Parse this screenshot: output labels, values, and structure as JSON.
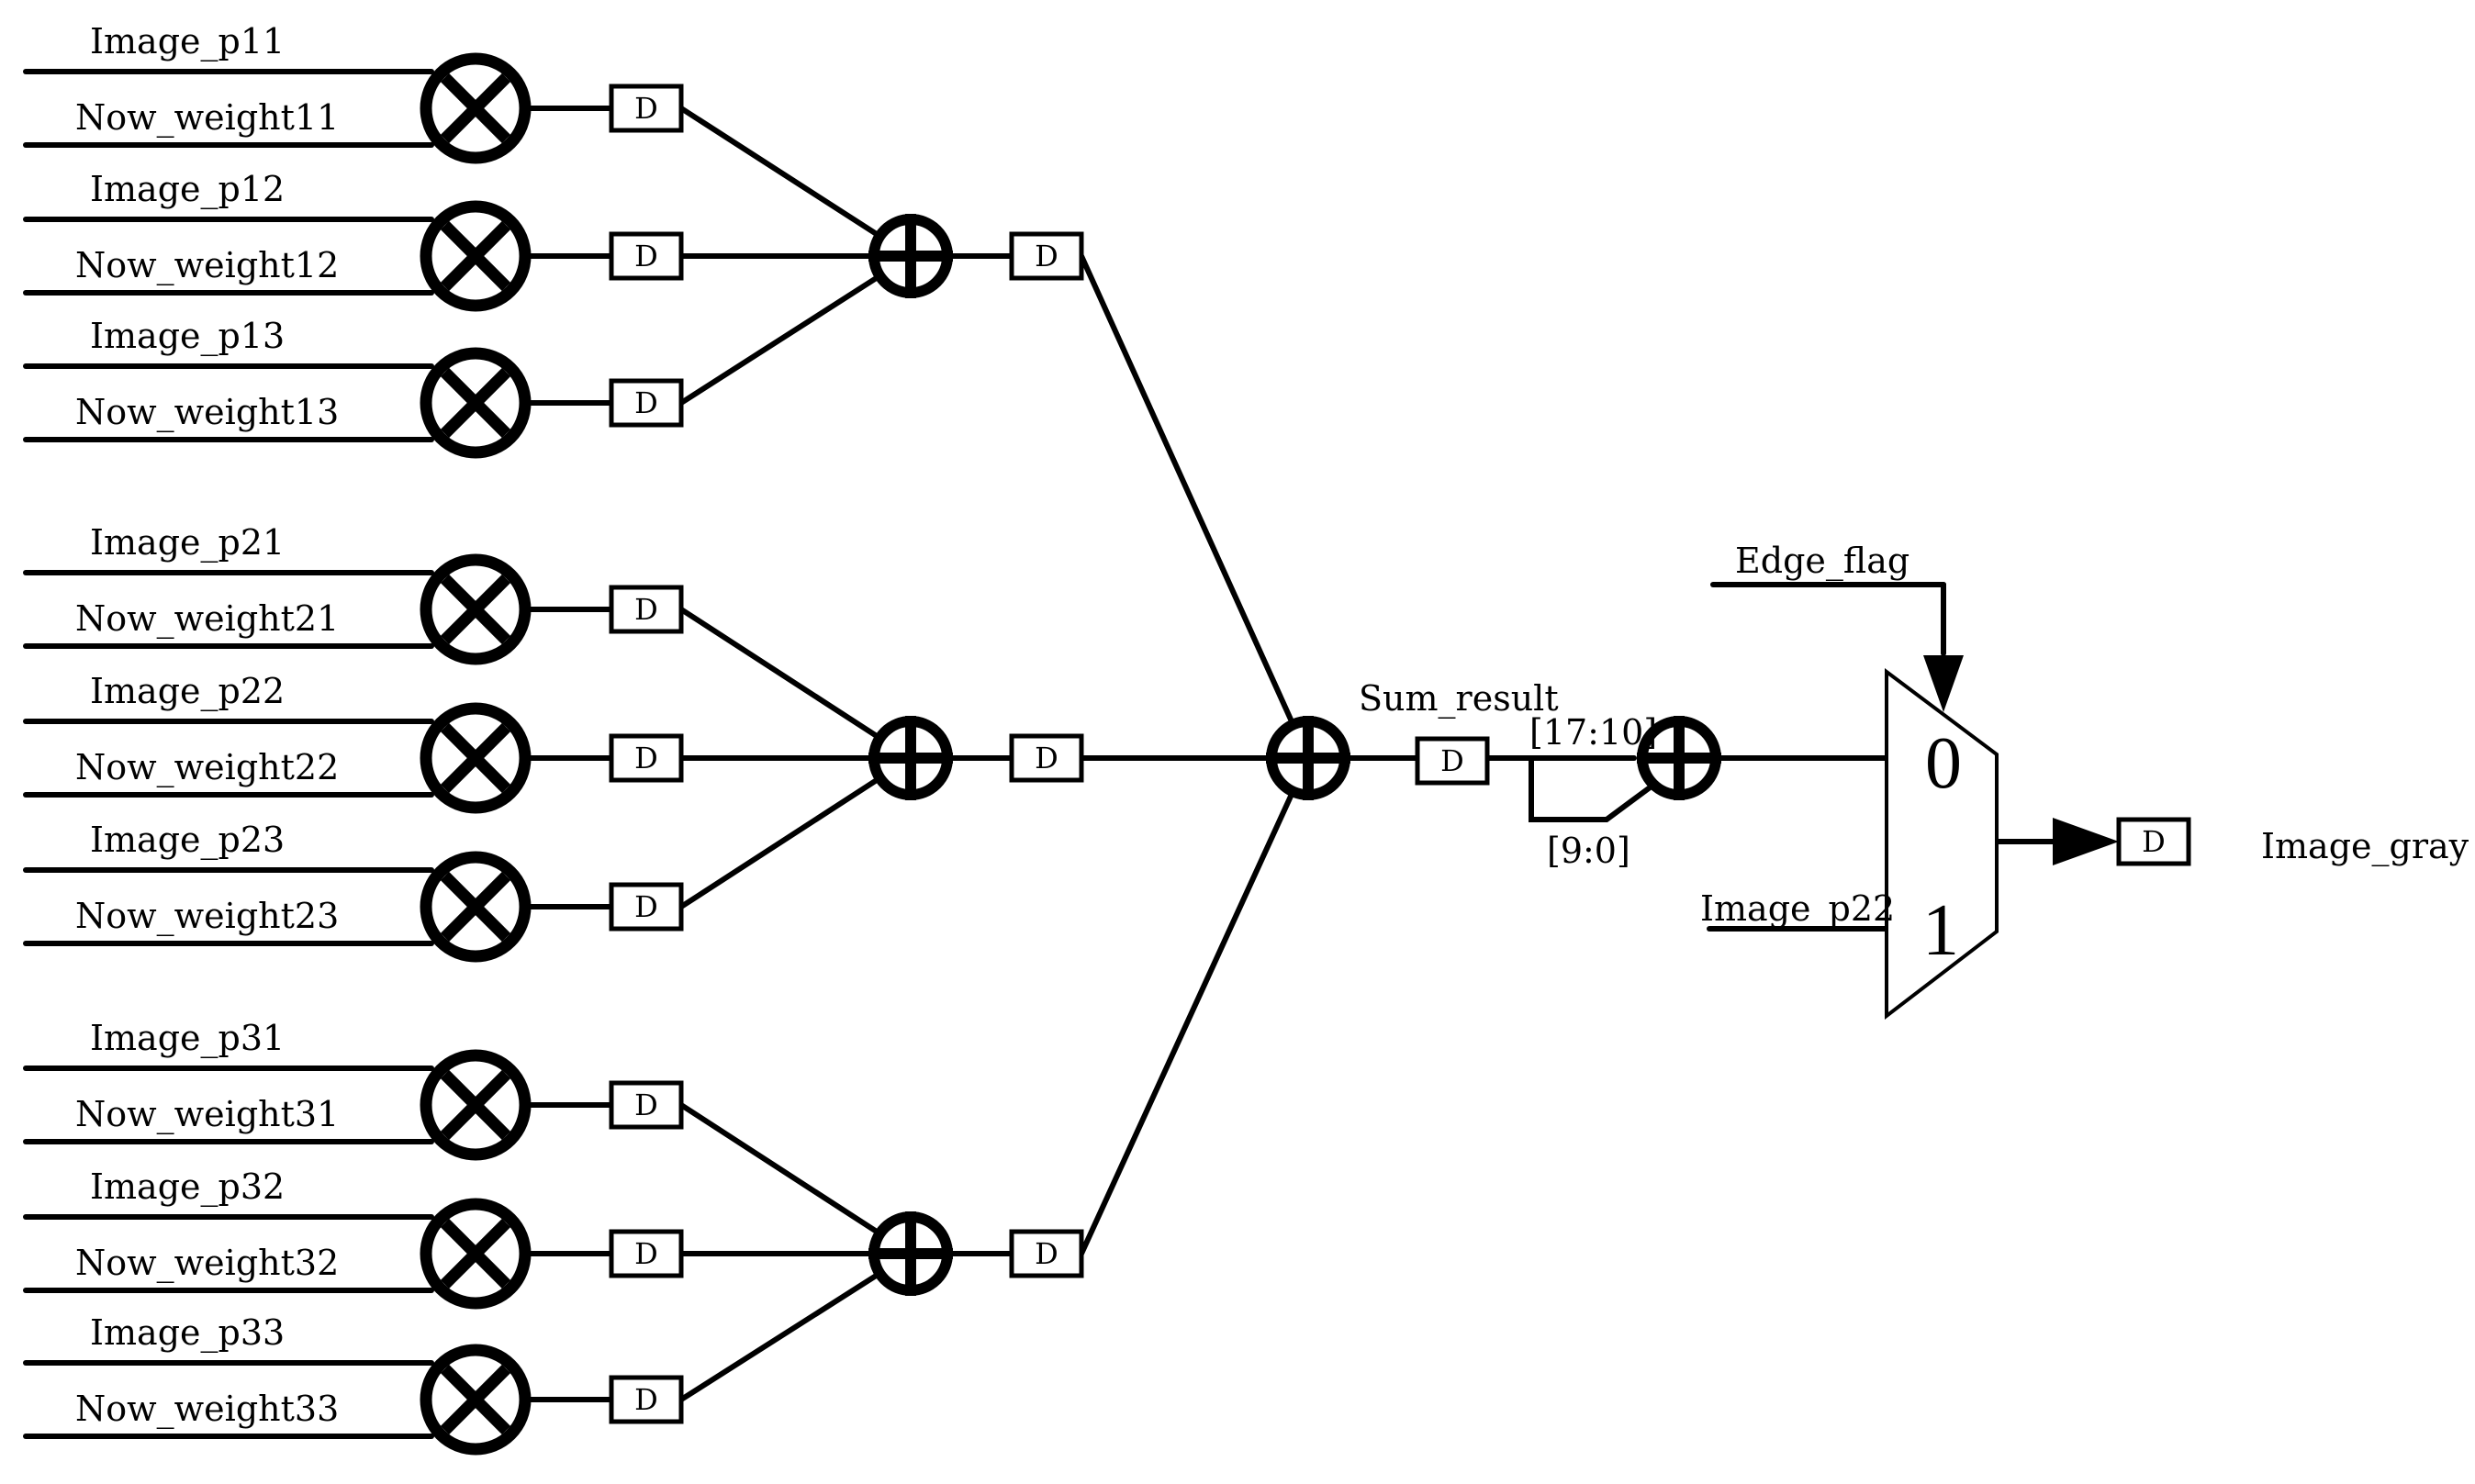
{
  "multiplier_groups": [
    {
      "rows": [
        {
          "input_a": "Image_p11",
          "input_b": "Now_weight11"
        },
        {
          "input_a": "Image_p12",
          "input_b": "Now_weight12"
        },
        {
          "input_a": "Image_p13",
          "input_b": "Now_weight13"
        }
      ]
    },
    {
      "rows": [
        {
          "input_a": "Image_p21",
          "input_b": "Now_weight21"
        },
        {
          "input_a": "Image_p22",
          "input_b": "Now_weight22"
        },
        {
          "input_a": "Image_p23",
          "input_b": "Now_weight23"
        }
      ]
    },
    {
      "rows": [
        {
          "input_a": "Image_p31",
          "input_b": "Now_weight31"
        },
        {
          "input_a": "Image_p32",
          "input_b": "Now_weight32"
        },
        {
          "input_a": "Image_p33",
          "input_b": "Now_weight33"
        }
      ]
    }
  ],
  "register_label": "D",
  "sum_label": "Sum_result",
  "upper_bits_label": "[17:10]",
  "lower_bits_label": "[9:0]",
  "edge_flag_label": "Edge_flag",
  "bypass_input_label": "Image_p22",
  "mux_inputs": [
    "0",
    "1"
  ],
  "output_label": "Image_gray"
}
